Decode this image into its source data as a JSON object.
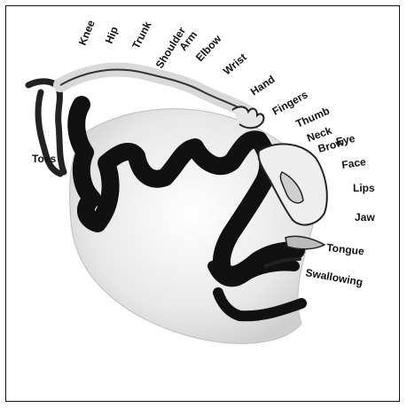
{
  "figure": {
    "labels": {
      "toes": "Toes",
      "knee": "Knee",
      "hip": "Hip",
      "trunk": "Trunk",
      "shoulder": "Shoulder",
      "arm": "Arm",
      "elbow": "Elbow",
      "wrist": "Wrist",
      "hand": "Hand",
      "fingers": "Fingers",
      "thumb": "Thumb",
      "neck": "Neck",
      "brow": "Brow",
      "eye": "Eye",
      "face": "Face",
      "lips": "Lips",
      "jaw": "Jaw",
      "tongue": "Tongue",
      "swallowing": "Swallowing"
    }
  }
}
